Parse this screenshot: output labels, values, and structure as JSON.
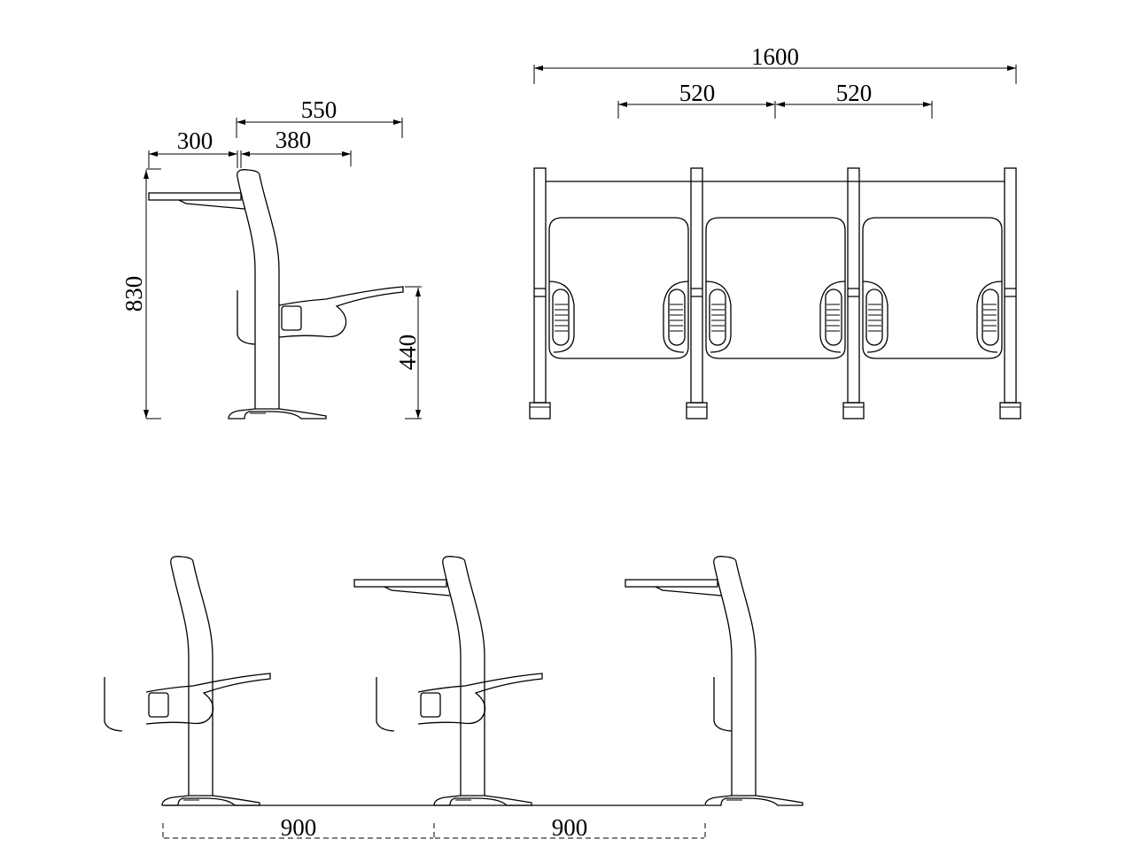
{
  "side_view": {
    "desk_depth": "300",
    "seat_depth": "380",
    "total_depth": "550",
    "total_height": "830",
    "seat_height": "440"
  },
  "front_view": {
    "total_width": "1600",
    "seat_pitch_1": "520",
    "seat_pitch_2": "520"
  },
  "row_view": {
    "row_spacing_1": "900",
    "row_spacing_2": "900"
  }
}
